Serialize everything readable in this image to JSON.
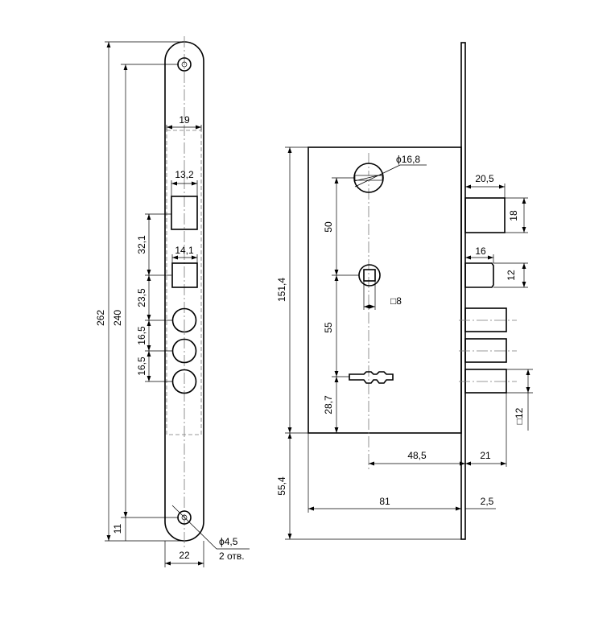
{
  "dimensions": {
    "total_height": "262",
    "hole_spacing": "240",
    "hole_offset": "11",
    "faceplate_width": "22",
    "window_width": "19",
    "latch_window_width": "13,2",
    "deadbolt_window_width": "14,1",
    "latch_to_square_window": "32,1",
    "square_to_round_1": "23,5",
    "round_1_to_2": "16,5",
    "round_2_to_3": "16,5",
    "mount_hole_diameter": "ϕ16,8",
    "screw_hole_diameter": "ϕ4,5",
    "screw_hole_count": "2 отв.",
    "case_height": "151,4",
    "cylinder_to_follower": "50",
    "follower_to_key": "55",
    "key_to_bottom": "28,7",
    "bottom_offset": "55,4",
    "follower_square": "□8",
    "latch_projection": "20,5",
    "latch_height": "18",
    "deadbolt_projection": "16",
    "deadbolt_height": "12",
    "bolt_square": "□12",
    "backset": "48,5",
    "bolt_projection": "21",
    "case_depth": "81",
    "faceplate_thickness": "2,5"
  }
}
